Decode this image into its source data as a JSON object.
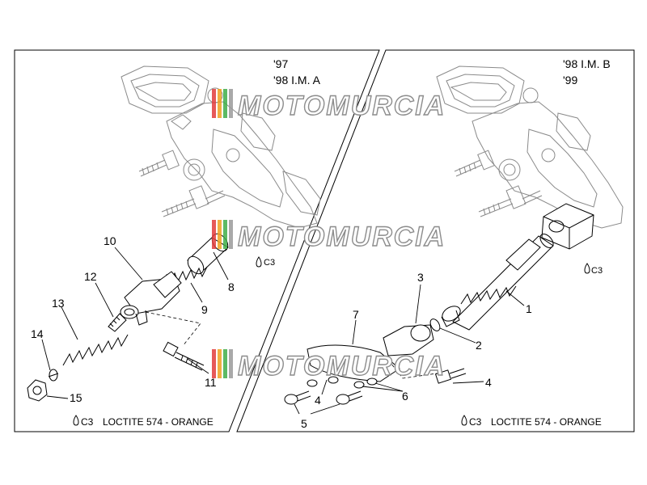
{
  "panels": {
    "left": {
      "years": [
        "'97",
        "'98 I.M. A"
      ],
      "note": "LOCTITE 574 - ORANGE",
      "note_symbol": "C3",
      "callouts": [
        "10",
        "12",
        "13",
        "14",
        "15",
        "9",
        "8",
        "11"
      ],
      "adhesive_mark": "C3"
    },
    "right": {
      "years": [
        "'98 I.M. B",
        "'99"
      ],
      "note": "LOCTITE 574 - ORANGE",
      "note_symbol": "C3",
      "callouts": [
        "3",
        "7",
        "1",
        "2",
        "4",
        "4",
        "5",
        "6"
      ],
      "adhesive_mark": "C3"
    }
  },
  "watermark": {
    "text": "MOTOMURCIA",
    "stripe_colors": [
      "#e23c3c",
      "#f0a020",
      "#3fae49",
      "#9a9a9a"
    ]
  }
}
